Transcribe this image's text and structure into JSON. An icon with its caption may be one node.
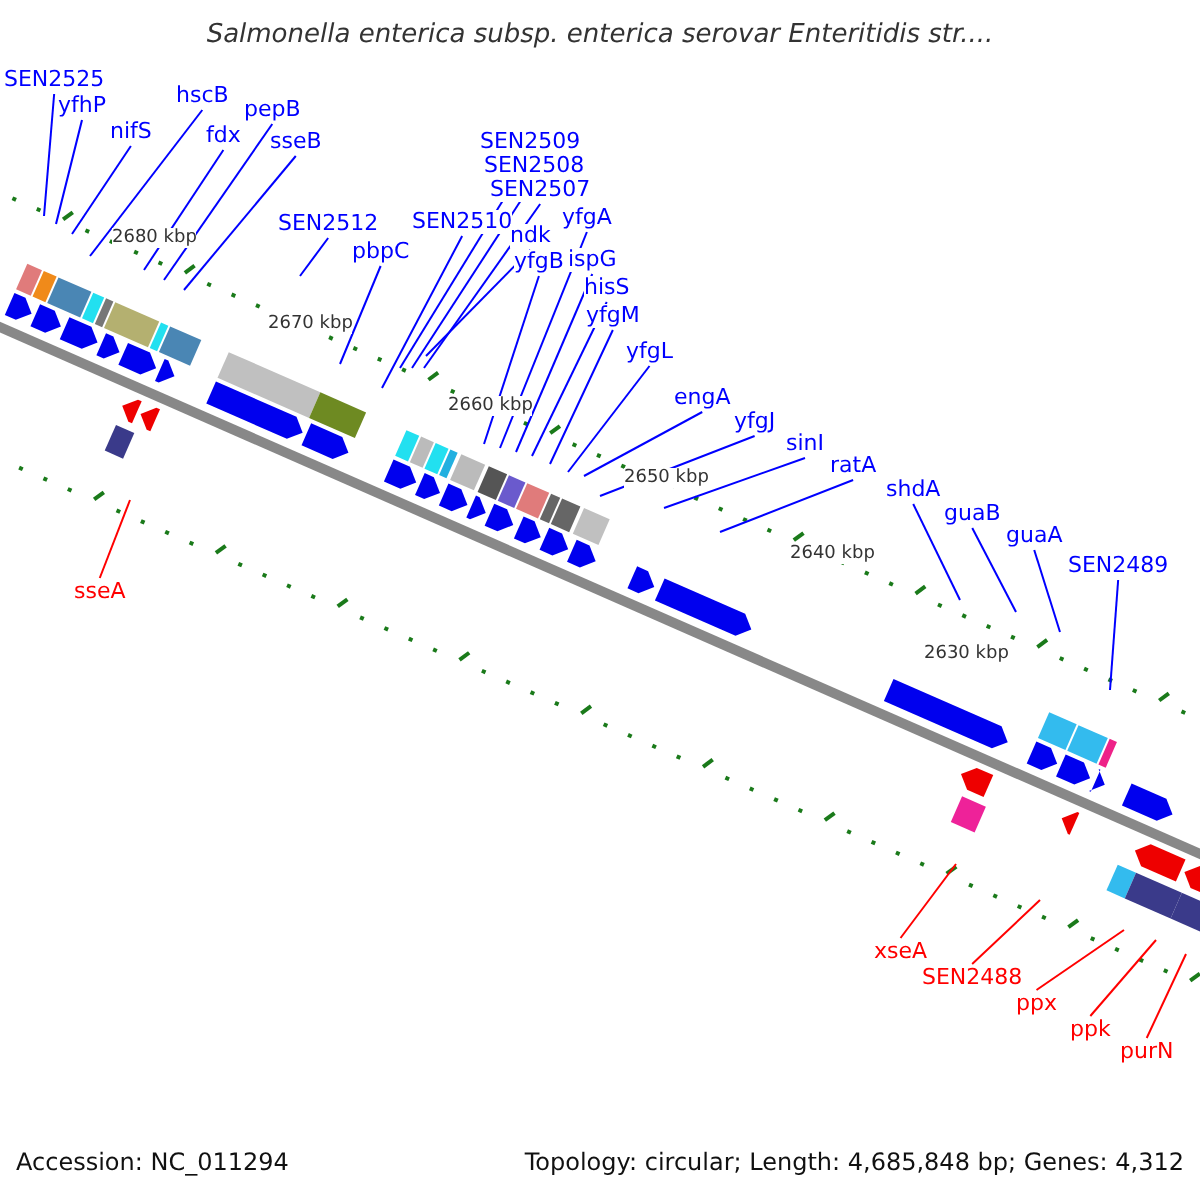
{
  "diagram": {
    "title": "Salmonella enterica subsp. enterica serovar Enteritidis str....",
    "nodes": [
      {
        "text": [
          "SEN2525"
        ]
      },
      {
        "text": [
          "yfhP"
        ]
      },
      {
        "text": [
          "nifS"
        ]
      },
      {
        "text": [
          "hscB"
        ]
      },
      {
        "text": [
          "fdx"
        ]
      },
      {
        "text": [
          "pepB"
        ]
      },
      {
        "text": [
          "sseB"
        ]
      },
      {
        "text": [
          "SEN2512"
        ]
      },
      {
        "text": [
          "pbpC"
        ]
      },
      {
        "text": [
          "SEN2510"
        ]
      },
      {
        "text": [
          "SEN2509"
        ]
      },
      {
        "text": [
          "SEN2508"
        ]
      },
      {
        "text": [
          "SEN2507"
        ]
      },
      {
        "text": [
          "ndk"
        ]
      },
      {
        "text": [
          "yfgB"
        ]
      },
      {
        "text": [
          "yfgA"
        ]
      },
      {
        "text": [
          "ispG"
        ]
      },
      {
        "text": [
          "hisS"
        ]
      },
      {
        "text": [
          "yfgM"
        ]
      },
      {
        "text": [
          "yfgL"
        ]
      },
      {
        "text": [
          "engA"
        ]
      },
      {
        "text": [
          "yfgJ"
        ]
      },
      {
        "text": [
          "sinI"
        ]
      },
      {
        "text": [
          "ratA"
        ]
      },
      {
        "text": [
          "shdA"
        ]
      },
      {
        "text": [
          "guaB"
        ]
      },
      {
        "text": [
          "guaA"
        ]
      },
      {
        "text": [
          "SEN2489"
        ]
      },
      {
        "text": [
          "sseA"
        ]
      },
      {
        "text": [
          "xseA"
        ]
      },
      {
        "text": [
          "SEN2488"
        ]
      },
      {
        "text": [
          "ppx"
        ]
      },
      {
        "text": [
          "ppk"
        ]
      },
      {
        "text": [
          "purN"
        ]
      }
    ],
    "edges": [
      {
        "from": 0,
        "to": null,
        "arrow": "none"
      },
      {
        "from": 1,
        "to": null,
        "arrow": "none"
      },
      {
        "from": 2,
        "to": null,
        "arrow": "none"
      },
      {
        "from": 3,
        "to": null,
        "arrow": "none"
      },
      {
        "from": 4,
        "to": null,
        "arrow": "none"
      },
      {
        "from": 5,
        "to": null,
        "arrow": "none"
      },
      {
        "from": 6,
        "to": null,
        "arrow": "none"
      },
      {
        "from": 7,
        "to": null,
        "arrow": "none"
      },
      {
        "from": 8,
        "to": null,
        "arrow": "none"
      },
      {
        "from": 9,
        "to": null,
        "arrow": "none"
      },
      {
        "from": 10,
        "to": null,
        "arrow": "none"
      },
      {
        "from": 11,
        "to": null,
        "arrow": "none"
      },
      {
        "from": 12,
        "to": null,
        "arrow": "none"
      },
      {
        "from": 13,
        "to": null,
        "arrow": "none"
      },
      {
        "from": 14,
        "to": null,
        "arrow": "none"
      },
      {
        "from": 15,
        "to": null,
        "arrow": "none"
      },
      {
        "from": 16,
        "to": null,
        "arrow": "none"
      },
      {
        "from": 17,
        "to": null,
        "arrow": "none"
      },
      {
        "from": 18,
        "to": null,
        "arrow": "none"
      },
      {
        "from": 19,
        "to": null,
        "arrow": "none"
      },
      {
        "from": 20,
        "to": null,
        "arrow": "none"
      },
      {
        "from": 21,
        "to": null,
        "arrow": "none"
      },
      {
        "from": 22,
        "to": null,
        "arrow": "none"
      },
      {
        "from": 23,
        "to": null,
        "arrow": "none"
      },
      {
        "from": 24,
        "to": null,
        "arrow": "none"
      },
      {
        "from": 25,
        "to": null,
        "arrow": "none"
      },
      {
        "from": 26,
        "to": null,
        "arrow": "none"
      },
      {
        "from": 27,
        "to": null,
        "arrow": "none"
      },
      {
        "from": 28,
        "to": null,
        "arrow": "none",
        "color": "#ff0000"
      },
      {
        "from": 29,
        "to": null,
        "arrow": "none",
        "color": "#ff0000"
      },
      {
        "from": 30,
        "to": null,
        "arrow": "none",
        "color": "#ff0000"
      },
      {
        "from": 31,
        "to": null,
        "arrow": "none",
        "color": "#ff0000"
      },
      {
        "from": 32,
        "to": null,
        "arrow": "none",
        "color": "#ff0000"
      },
      {
        "from": 33,
        "to": null,
        "arrow": "none",
        "color": "#ff0000"
      }
    ],
    "labels": [
      "2680 kbp",
      "2670 kbp",
      "2660 kbp",
      "2650 kbp",
      "2640 kbp",
      "2630 kbp",
      "Accession: NC_011294",
      "Topology: circular; Length: 4,685,848 bp; Genes: 4,312"
    ]
  }
}
